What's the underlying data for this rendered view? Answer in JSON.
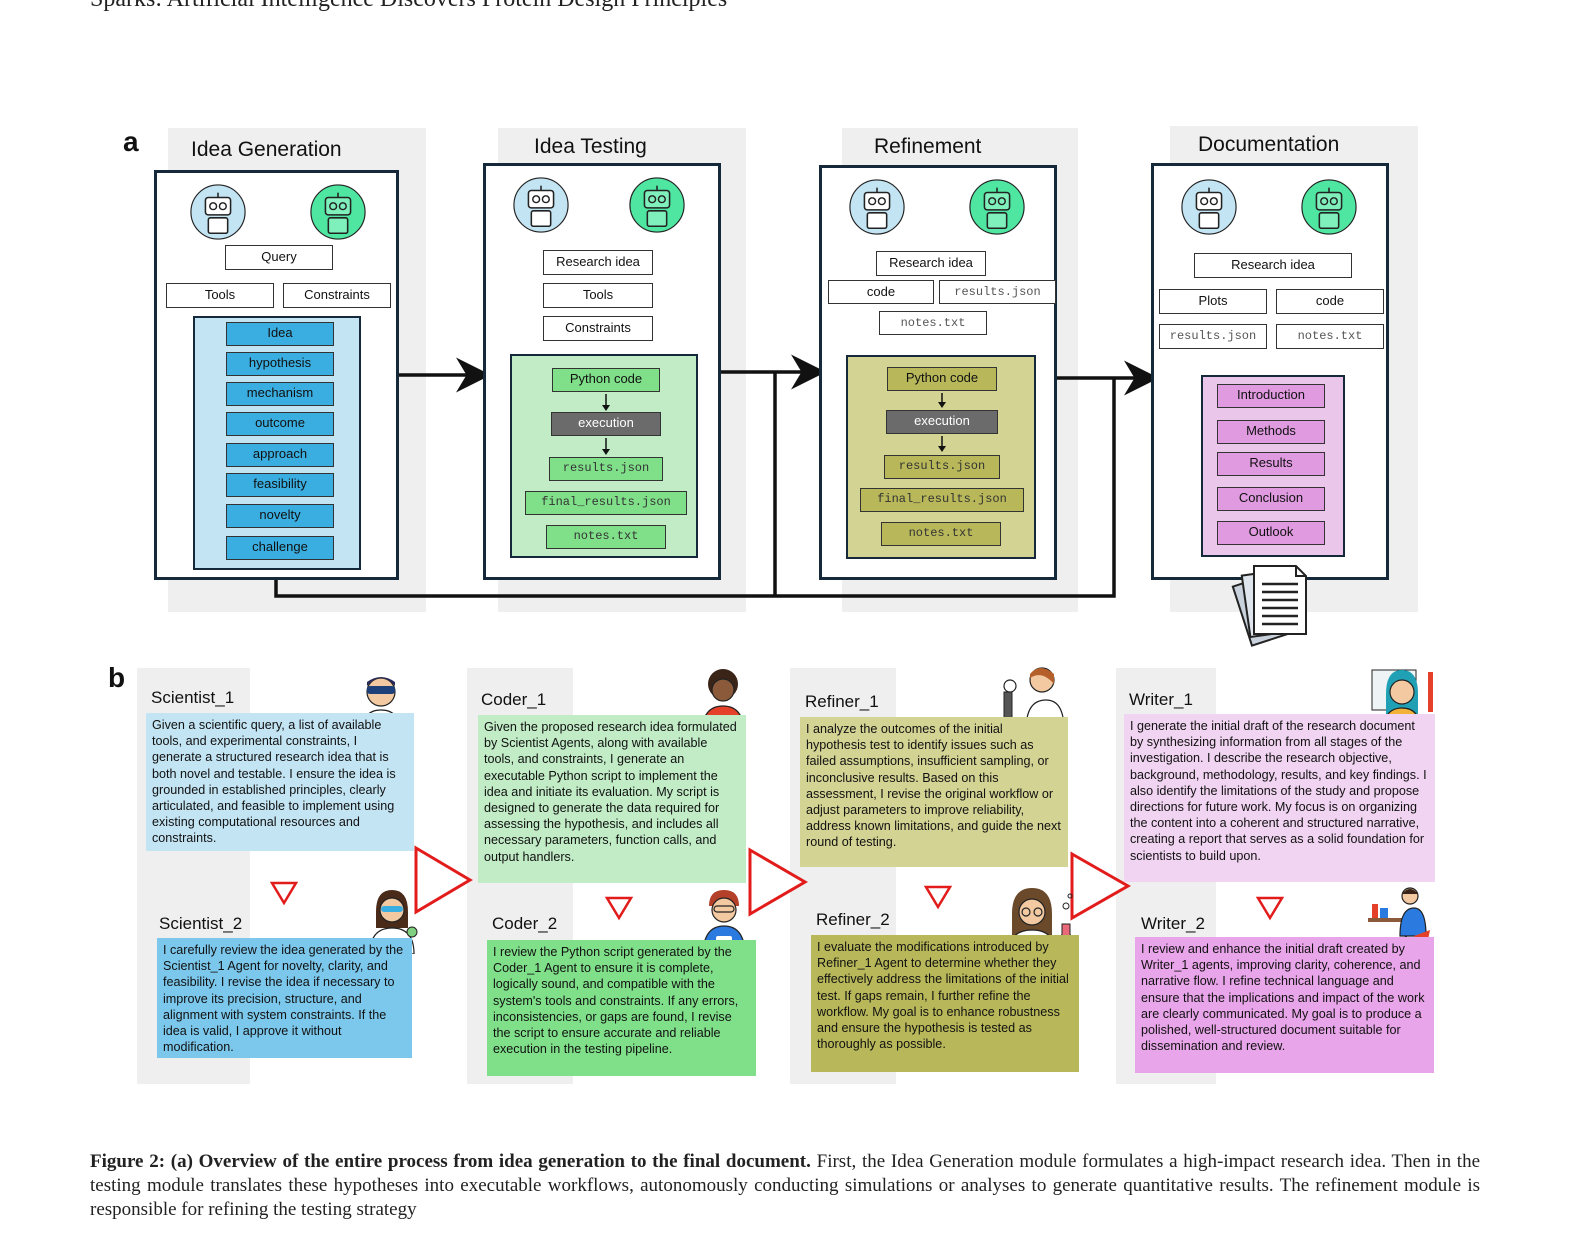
{
  "running_header": "Sparks: Artificial Intelligence Discovers Protein Design Principles",
  "panel_a": {
    "letter": "a",
    "modules": [
      {
        "title": "Idea Generation",
        "query": "Query",
        "tools": "Tools",
        "constraints": "Constraints",
        "items": [
          "Idea",
          "hypothesis",
          "mechanism",
          "outcome",
          "approach",
          "feasibility",
          "novelty",
          "challenge"
        ]
      },
      {
        "title": "Idea Testing",
        "inputs": [
          "Research idea",
          "Tools",
          "Constraints"
        ],
        "pipeline": [
          "Python code",
          "execution",
          "results.json",
          "final_results.json",
          "notes.txt"
        ]
      },
      {
        "title": "Refinement",
        "research_idea": "Research idea",
        "code": "code",
        "results": "results.json",
        "notes": "notes.txt",
        "pipeline": [
          "Python code",
          "execution",
          "results.json",
          "final_results.json",
          "notes.txt"
        ]
      },
      {
        "title": "Documentation",
        "research_idea": "Research idea",
        "plots": "Plots",
        "code": "code",
        "results": "results.json",
        "notes": "notes.txt",
        "sections": [
          "Introduction",
          "Methods",
          "Results",
          "Conclusion",
          "Outlook"
        ]
      }
    ]
  },
  "panel_b": {
    "letter": "b",
    "agents": {
      "scientist_1": {
        "name": "Scientist_1"
      },
      "scientist_2": {
        "name": "Scientist_2"
      },
      "coder_1": {
        "name": "Coder_1"
      },
      "coder_2": {
        "name": "Coder_2"
      },
      "refiner_1": {
        "name": "Refiner_1"
      },
      "refiner_2": {
        "name": "Refiner_2"
      },
      "writer_1": {
        "name": "Writer_1"
      },
      "writer_2": {
        "name": "Writer_2"
      }
    },
    "texts": {
      "scientist_1": "Given a scientific query, a list of available tools, and experimental constraints, I generate a structured research idea that is both novel and testable. I ensure the idea is grounded in established principles, clearly articulated, and feasible to implement using existing computational resources and constraints.",
      "scientist_2": "I carefully review the idea generated by the Scientist_1 Agent for novelty, clarity, and feasibility. I revise the idea if necessary to improve its precision, structure, and alignment with system constraints. If the idea is valid, I approve it without modification.",
      "coder_1": "Given the proposed research idea formulated by Scientist Agents, along with available tools, and constraints, I generate an executable Python script to implement the idea and initiate its evaluation. My script is designed to generate the data required for assessing the hypothesis, and includes all necessary parameters, function calls, and output handlers.",
      "coder_2": "I review the Python script generated by the Coder_1 Agent to ensure it is complete, logically sound, and compatible with the system's tools and constraints. If any errors, inconsistencies, or gaps are found, I revise the script to ensure accurate and reliable execution in the testing pipeline.",
      "refiner_1": "I analyze the outcomes of the initial hypothesis test to identify issues such as failed assumptions, insufficient sampling, or inconclusive results. Based on this assessment, I revise the original workflow or adjust parameters to improve reliability, address known limitations, and guide the next round of testing.",
      "refiner_2": "I evaluate the modifications introduced by Refiner_1 Agent to determine whether they effectively address the limitations of the initial test. If gaps remain, I further refine the workflow. My goal is to enhance robustness and ensure the hypothesis is tested as thoroughly as possible.",
      "writer_1": "I generate the initial draft of the research document by synthesizing information from all stages of the investigation. I describe the research objective, background, methodology, results, and key findings. I also identify the limitations of the study and propose directions for future work. My focus is on organizing the content into a coherent and structured narrative, creating a report that serves as a solid foundation for scientists to build upon.",
      "writer_2": "I review and enhance the initial draft created by Writer_1 agents, improving clarity, coherence, and narrative flow. I refine technical language and ensure that the implications and impact of the work are clearly communicated. My goal is to produce a polished, well-structured document suitable for dissemination and review."
    }
  },
  "caption": {
    "label": "Figure 2:",
    "bold_title": "(a) Overview of the entire process from idea generation to the final document.",
    "text": "First, the Idea Generation module formulates a high-impact research idea. Then in the testing module translates these hypotheses into executable workflows, autonomously conducting simulations or analyses to generate quantitative results. The refinement module is responsible for refining the testing strategy"
  },
  "colors": {
    "idea_bg": "#c3e4f3",
    "idea_tag": "#3aaee0",
    "test_bg": "#c1ecc6",
    "test_tag": "#80e08a",
    "refine_bg": "#d3d394",
    "refine_tag": "#b8b85a",
    "doc_bg": "#eac6ea",
    "doc_tag": "#e09ae0",
    "frame": "#15293a",
    "arrow_red": "#e21b1b"
  }
}
